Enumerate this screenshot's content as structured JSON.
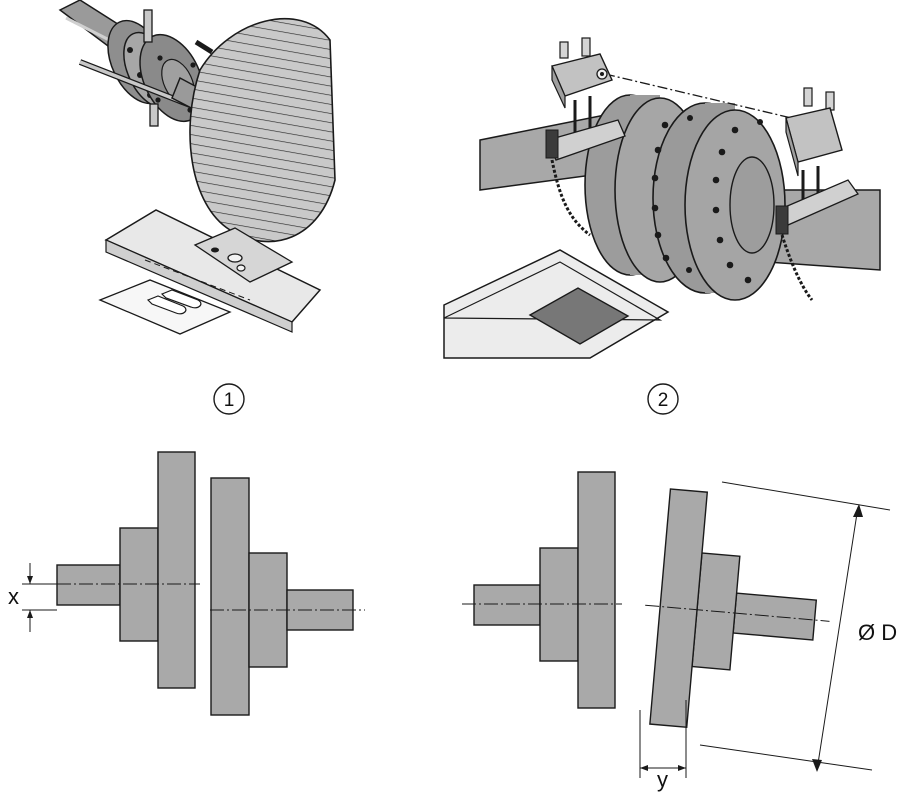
{
  "callouts": {
    "one": "1",
    "two": "2"
  },
  "dimensions": {
    "x": "x",
    "y": "y",
    "diameter": "Ø D"
  },
  "colors": {
    "fill_gray": "#a9a9a9",
    "body_gray": "#b3b3b3",
    "dark_gray": "#7d7d7d",
    "line": "#1a1a1a"
  },
  "panels": {
    "top_left": "dial-gauge-alignment-illustration",
    "top_right": "laser-alignment-illustration",
    "bottom_left": "parallel-offset-diagram",
    "bottom_right": "angular-offset-diagram"
  }
}
